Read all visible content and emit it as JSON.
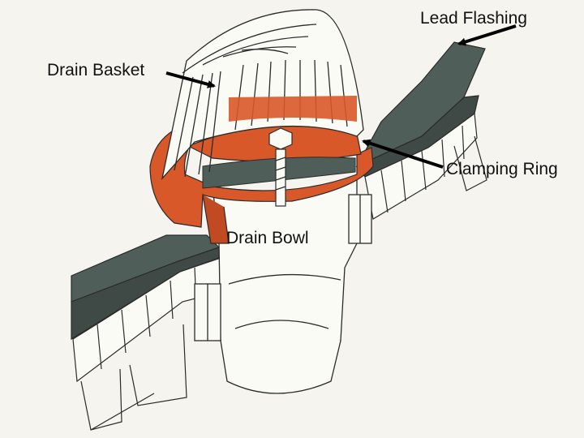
{
  "labels": {
    "lead_flashing": "Lead Flashing",
    "drain_basket": "Drain Basket",
    "clamping_ring": "Clamping Ring",
    "drain_bowl": "Drain Bowl"
  },
  "colors": {
    "background": "#f5f4ef",
    "line": "#2b2b2b",
    "flashing": "#4f5e58",
    "ring": "#d9582a",
    "arrow": "#000000"
  }
}
